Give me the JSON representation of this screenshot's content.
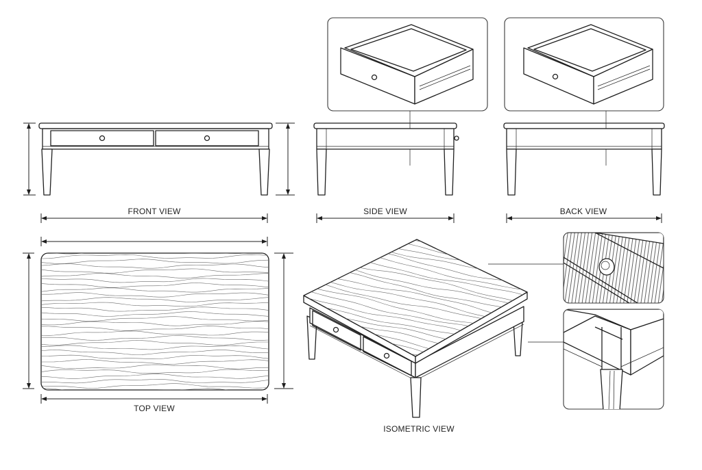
{
  "views": {
    "front": "FRONT VIEW",
    "side": "SIDE VIEW",
    "back": "BACK VIEW",
    "top": "TOP VIEW",
    "isometric": "ISOMETRIC VIEW"
  },
  "colors": {
    "line": "#1f1f1f",
    "background": "#ffffff",
    "grain": "#6a6a6a"
  }
}
